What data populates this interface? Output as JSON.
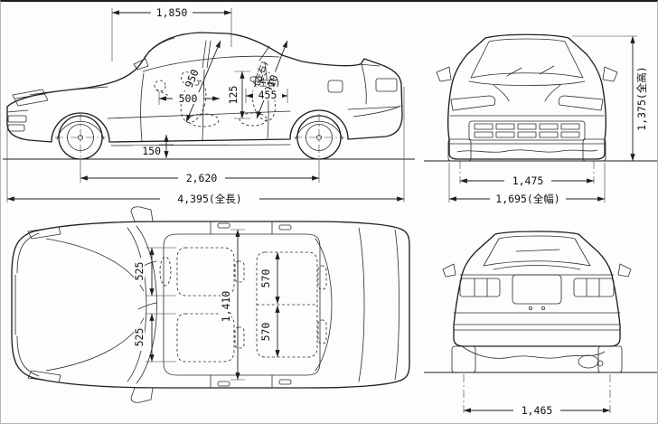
{
  "dimensions": {
    "side_view": {
      "roof_chord": "1,850",
      "front_diagonal": "950",
      "rear_note": "(左右)",
      "rear_diagonal": "910",
      "seat_length": "500",
      "floor_step": "125",
      "rear_seat_note": "(左右)",
      "rear_seat_length": "455",
      "ground_clearance": "150",
      "wheelbase": "2,620",
      "overall_length": "4,395(全長)"
    },
    "front_view": {
      "overall_height": "1,375(全高)",
      "front_track": "1,475",
      "overall_width": "1,695(全幅)"
    },
    "top_view": {
      "front_seat_width_upper": "525",
      "front_seat_width_lower": "525",
      "rear_seat_width_upper": "570",
      "rear_seat_width_lower": "570",
      "cabin_width": "1,410"
    },
    "rear_view": {
      "rear_track": "1,465"
    }
  }
}
